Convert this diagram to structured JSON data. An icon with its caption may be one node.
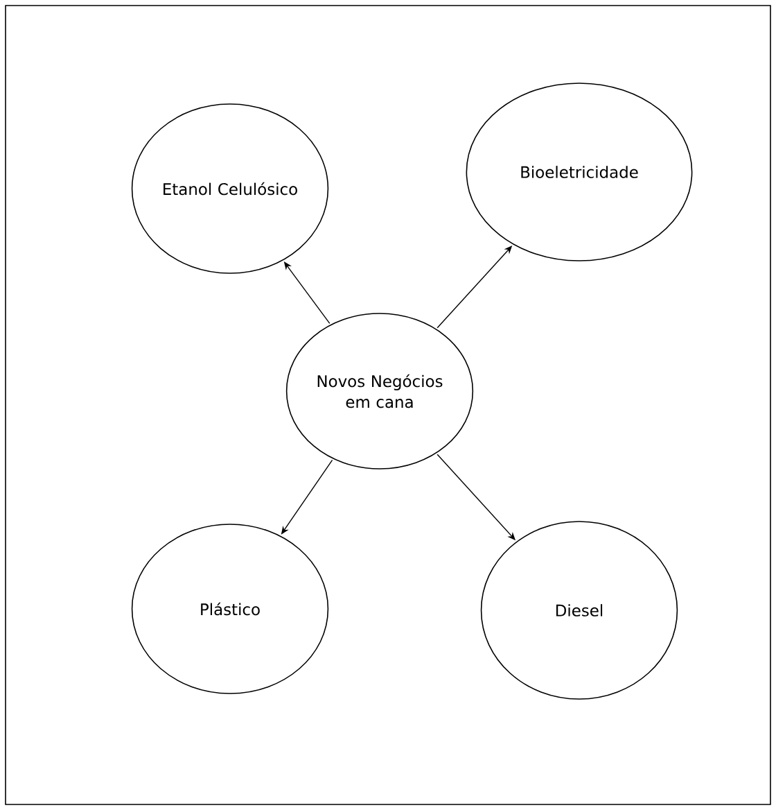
{
  "diagram": {
    "nodes": [
      {
        "text": [
          "Novos Negócios em cana"
        ]
      },
      {
        "text": [
          "Etanol Celulósico"
        ]
      },
      {
        "text": [
          "Bioeletricidade"
        ]
      },
      {
        "text": [
          "Plástico"
        ]
      },
      {
        "text": [
          "Diesel"
        ]
      }
    ],
    "edges": [
      {
        "from": 0,
        "to": 1,
        "arrow": "to"
      },
      {
        "from": 0,
        "to": 2,
        "arrow": "to"
      },
      {
        "from": 0,
        "to": 3,
        "arrow": "to"
      },
      {
        "from": 0,
        "to": 4,
        "arrow": "to"
      }
    ]
  }
}
